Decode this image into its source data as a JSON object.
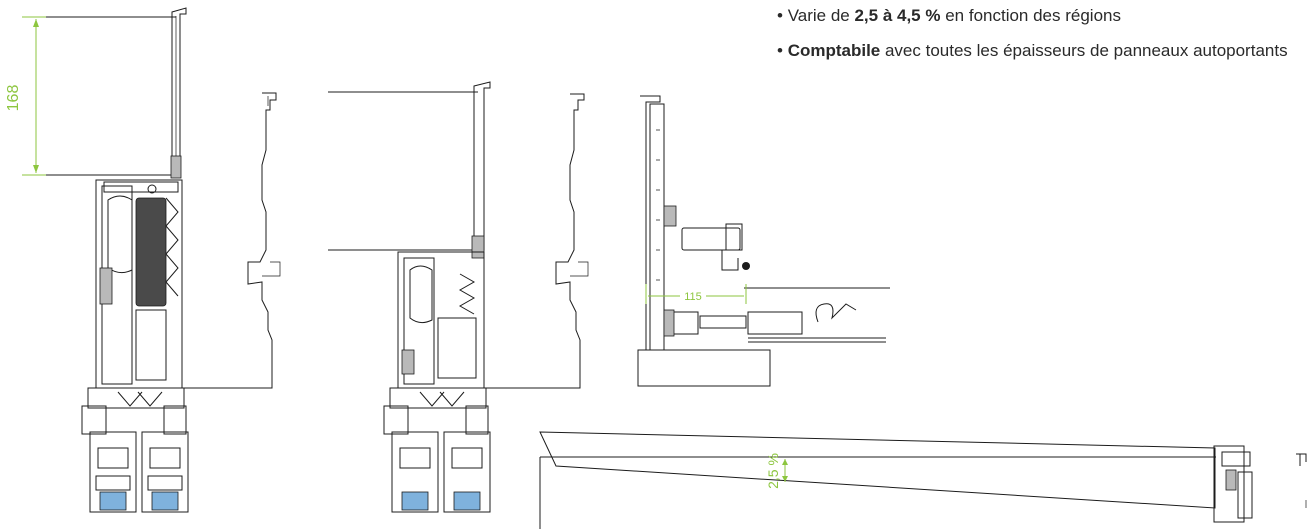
{
  "bullets": [
    {
      "before": "Varie de ",
      "bold": "2,5 à 4,5 %",
      "after": " en fonction des régions"
    },
    {
      "before": "",
      "bold": "Comptabile",
      "after": " avec toutes les épaisseurs de panneaux autoportants"
    }
  ],
  "dimensions": {
    "left_height": "168",
    "mid_width": "115",
    "slope": "2,5 %"
  },
  "colors": {
    "dimension": "#8dc63f",
    "line": "#1c1c1c",
    "glazing": "#7fb2dd"
  }
}
